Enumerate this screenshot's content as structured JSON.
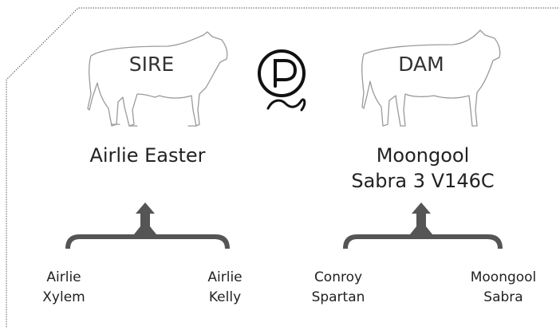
{
  "sire": {
    "label": "SIRE",
    "name": "Airlie Easter",
    "parents": [
      {
        "line1": "Airlie",
        "line2": "Xylem"
      },
      {
        "line1": "Airlie",
        "line2": "Kelly"
      }
    ]
  },
  "dam": {
    "label": "DAM",
    "name_line1": "Moongool",
    "name_line2": "Sabra 3 V146C",
    "parents": [
      {
        "line1": "Conroy",
        "line2": "Spartan"
      },
      {
        "line1": "Moongool",
        "line2": "Sabra"
      }
    ]
  },
  "logo": {
    "letter": "P",
    "icon": "polled-p-icon"
  },
  "colors": {
    "bracket": "#555555",
    "outline": "#9a9a9a",
    "text": "#222222"
  }
}
